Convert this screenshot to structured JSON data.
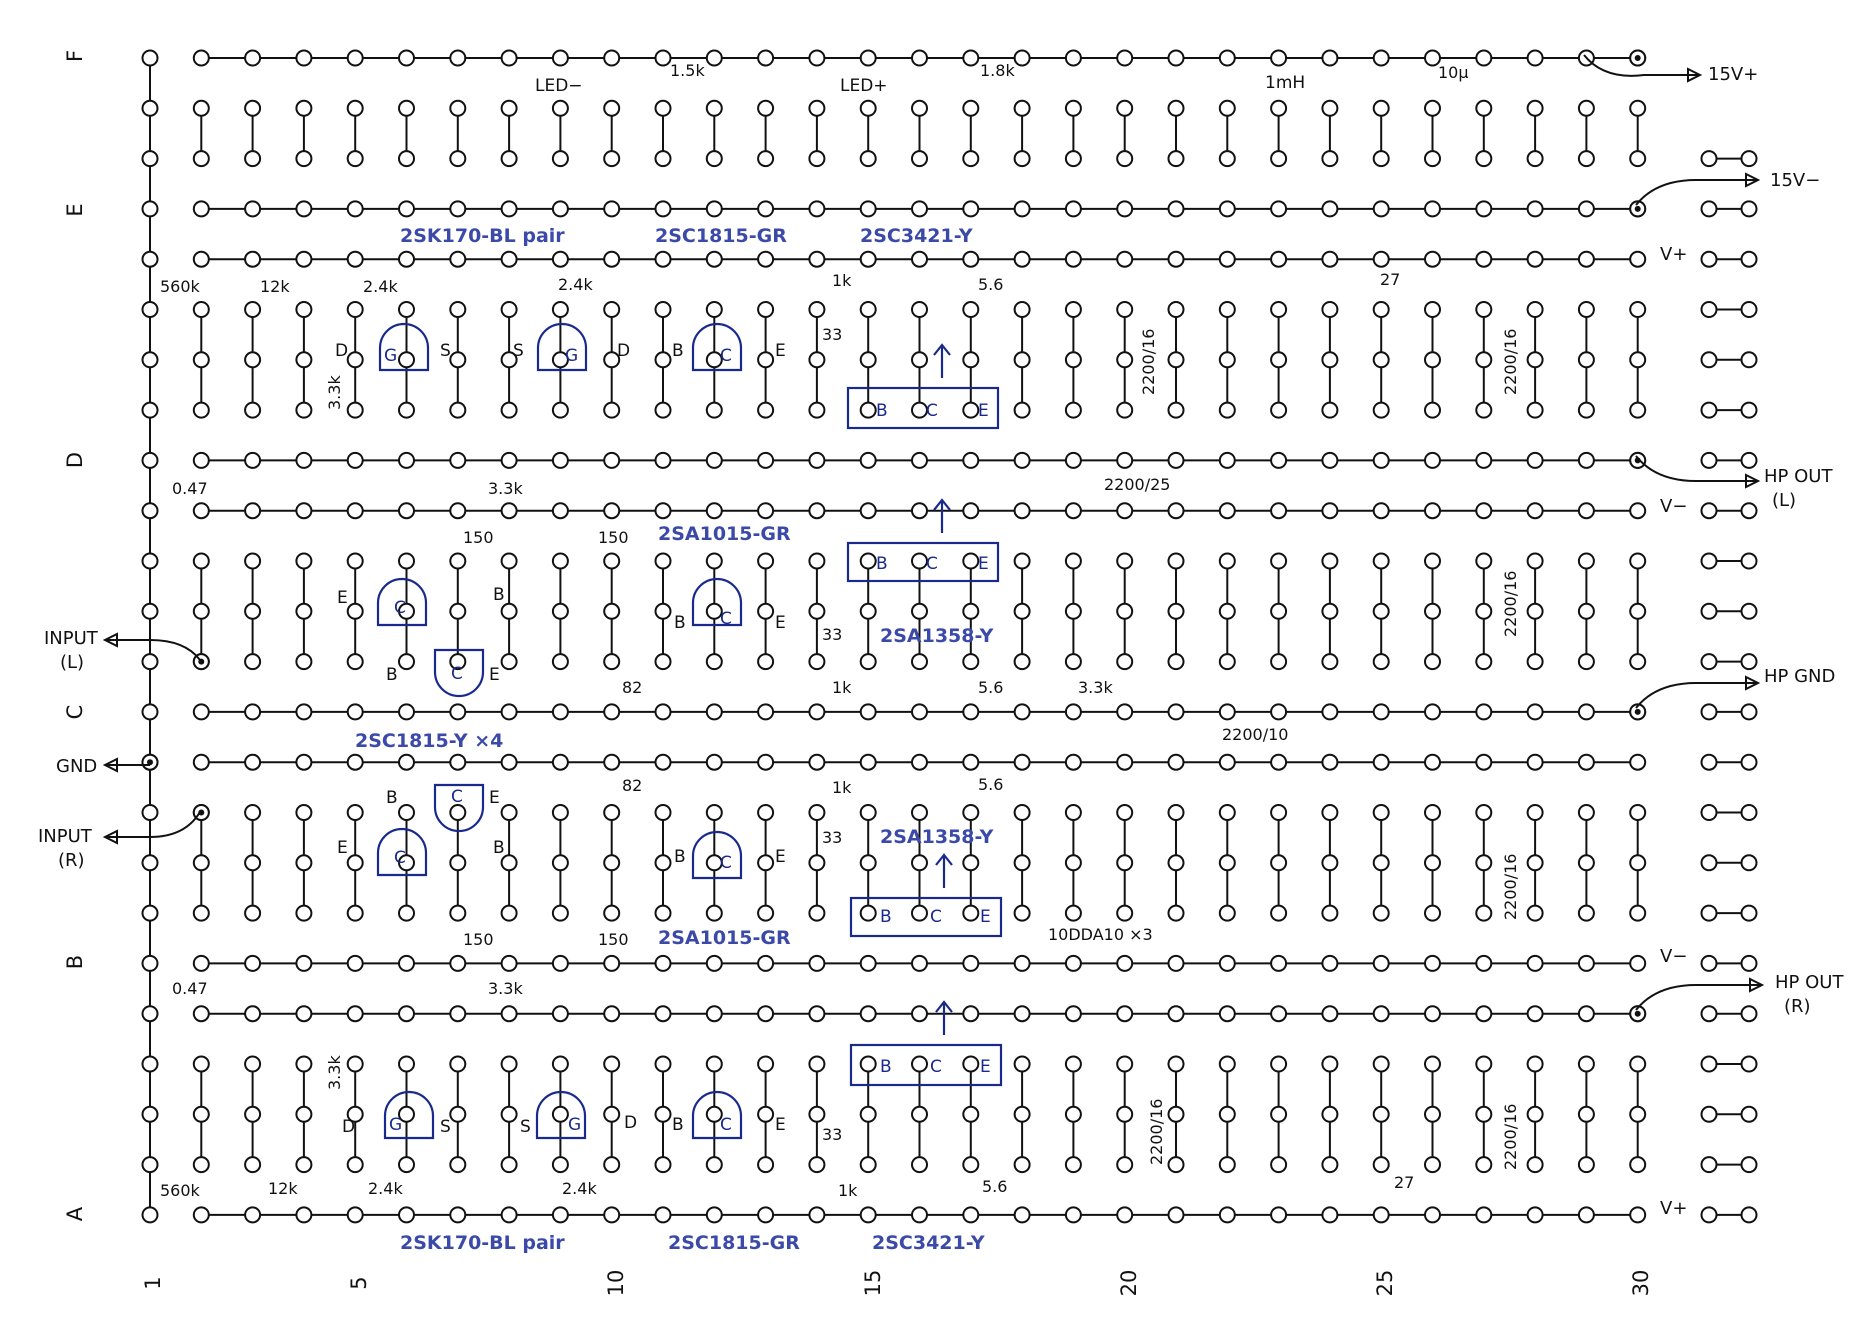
{
  "colors": {
    "ink": "#111111",
    "parts": "#1a2a8c",
    "labels": "#3b4aa8"
  },
  "row_labels": [
    "F",
    "E",
    "D",
    "C",
    "B",
    "A"
  ],
  "col_labels": [
    "1",
    "5",
    "10",
    "15",
    "20",
    "25",
    "30"
  ],
  "part_labels": {
    "sk170_top": "2SK170-BL pair",
    "c1815gr_top": "2SC1815-GR",
    "c3421_top": "2SC3421-Y",
    "a1015_top": "2SA1015-GR",
    "a1358_top": "2SA1358-Y",
    "c1815y": "2SC1815-Y ×4",
    "a1358_bot": "2SA1358-Y",
    "a1015_bot": "2SA1015-GR",
    "sk170_bot": "2SK170-BL pair",
    "c1815gr_bot": "2SC1815-GR",
    "c3421_bot": "2SC3421-Y"
  },
  "external": {
    "v15p": "15V+",
    "v15m": "15V−",
    "hpout_l1": "HP OUT",
    "hpout_l2": "(L)",
    "hpgnd": "HP GND",
    "hpout_r1": "HP OUT",
    "hpout_r2": "(R)",
    "input_l1": "INPUT",
    "input_l2": "(L)",
    "gnd": "GND",
    "input_r1": "INPUT",
    "input_r2": "(R)",
    "vplus": "V+",
    "vminus": "V−"
  },
  "components": {
    "led_minus": "LED−",
    "led_plus": "LED+",
    "r_1k5": "1.5k",
    "r_1k8": "1.8k",
    "ind_1mh": "1mH",
    "c_10u": "10μ",
    "r_560k": "560k",
    "r_12k": "12k",
    "r_2k4": "2.4k",
    "r_3k3": "3.3k",
    "r_1k": "1k",
    "r_33": "33",
    "r_5r6": "5.6",
    "r_27": "27",
    "r_150": "150",
    "r_82": "82",
    "c_047": "0.47",
    "c_2200_16": "2200/16",
    "c_2200_25": "2200/25",
    "c_2200_10": "2200/10",
    "diodes": "10DDA10 ×3"
  },
  "pins": {
    "B": "B",
    "C": "C",
    "E": "E",
    "G": "G",
    "S": "S",
    "D": "D"
  }
}
